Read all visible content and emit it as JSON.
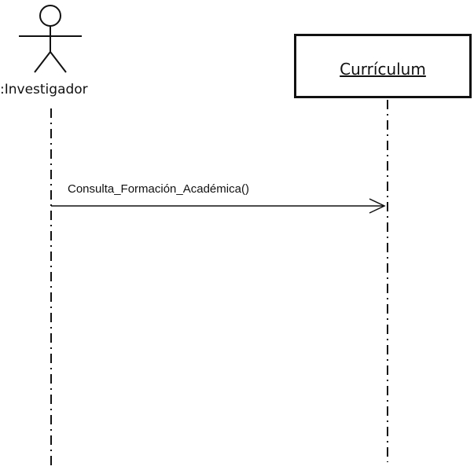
{
  "actor": {
    "label": ":Investigador"
  },
  "object": {
    "label": "Currículum"
  },
  "message": {
    "label": "Consulta_Formación_Académica()"
  }
}
